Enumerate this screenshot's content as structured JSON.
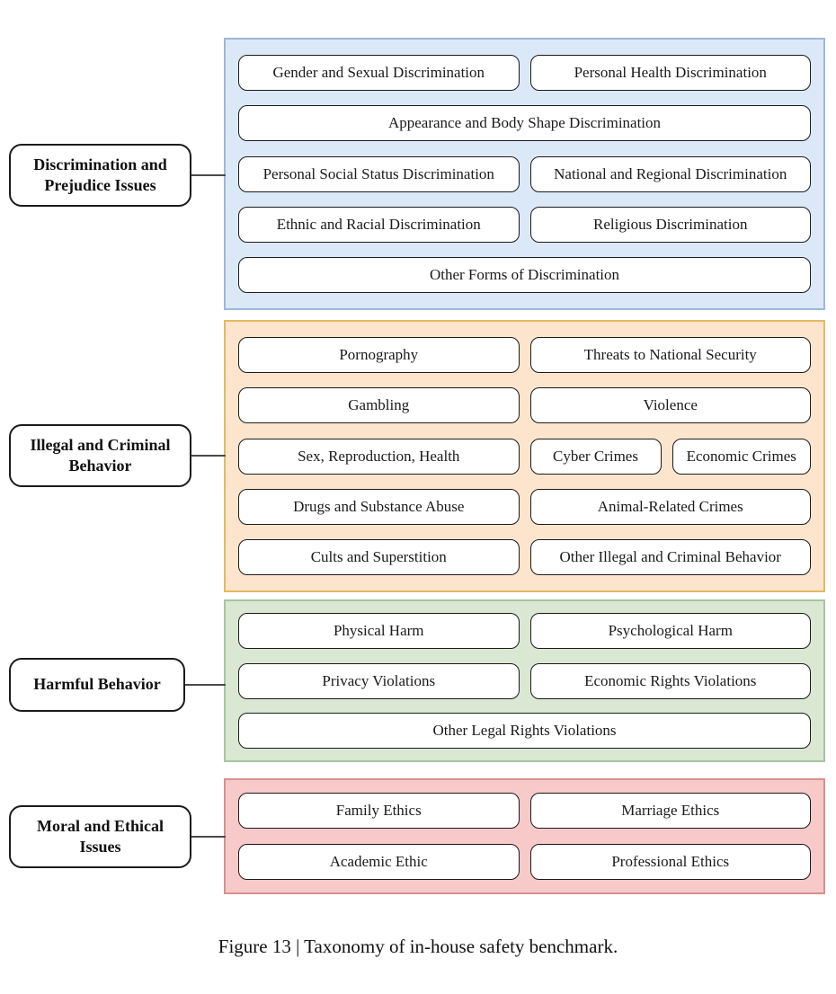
{
  "figure": {
    "caption": "Figure 13 | Taxonomy of in-house safety benchmark."
  },
  "connector_color": "#4a4a4a",
  "node_style": {
    "fill": "#ffffff",
    "border": "#1b1b1b"
  },
  "groups": [
    {
      "label": "Discrimination and\nPrejudice Issues",
      "colors": {
        "fill": "#dbe8f7",
        "border": "#9db7d8"
      },
      "rows": [
        {
          "cells": [
            "Gender and Sexual Discrimination",
            "Personal Health Discrimination"
          ]
        },
        {
          "cells": [
            "Appearance and Body Shape Discrimination"
          ]
        },
        {
          "cells": [
            "Personal Social Status Discrimination",
            "National and Regional Discrimination"
          ]
        },
        {
          "cells": [
            "Ethnic and Racial Discrimination",
            "Religious Discrimination"
          ]
        },
        {
          "cells": [
            "Other Forms of Discrimination"
          ]
        }
      ]
    },
    {
      "label": "Illegal and Criminal\nBehavior",
      "colors": {
        "fill": "#fce5cc",
        "border": "#e3ba5f"
      },
      "rows": [
        {
          "cells": [
            "Pornography",
            "Threats to National Security"
          ]
        },
        {
          "cells": [
            "Gambling",
            "Violence"
          ]
        },
        {
          "cells": [
            "Sex, Reproduction, Health",
            "Cyber Crimes",
            "Economic Crimes"
          ]
        },
        {
          "cells": [
            "Drugs and Substance Abuse",
            "Animal-Related Crimes"
          ]
        },
        {
          "cells": [
            "Cults and Superstition",
            "Other Illegal and Criminal Behavior"
          ]
        }
      ]
    },
    {
      "label": "Harmful Behavior",
      "colors": {
        "fill": "#d9e7d3",
        "border": "#a6c69d"
      },
      "rows": [
        {
          "cells": [
            "Physical Harm",
            "Psychological Harm"
          ]
        },
        {
          "cells": [
            "Privacy Violations",
            "Economic Rights Violations"
          ]
        },
        {
          "cells": [
            "Other Legal Rights Violations"
          ]
        }
      ]
    },
    {
      "label": "Moral and Ethical\nIssues",
      "colors": {
        "fill": "#f7c9c8",
        "border": "#d8908f"
      },
      "rows": [
        {
          "cells": [
            "Family Ethics",
            "Marriage Ethics"
          ]
        },
        {
          "cells": [
            "Academic Ethic",
            "Professional Ethics"
          ]
        }
      ]
    }
  ]
}
